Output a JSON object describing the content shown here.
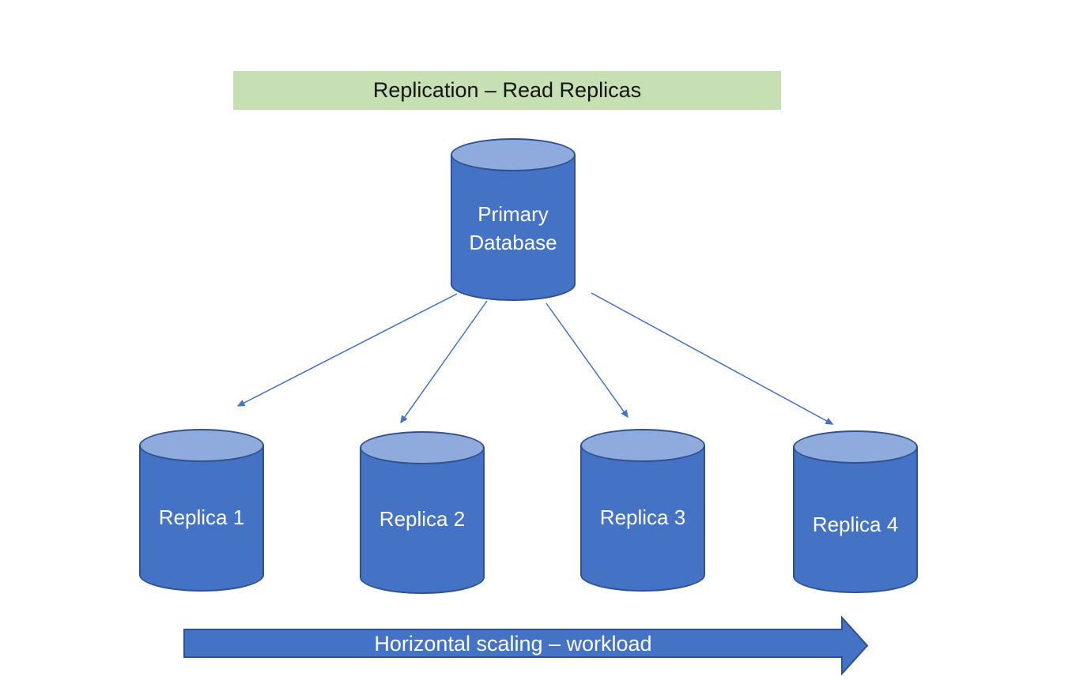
{
  "banner": {
    "label": "Replication – Read Replicas"
  },
  "primary_database": {
    "line1": "Primary",
    "line2": "Database"
  },
  "replicas": [
    {
      "label": "Replica 1"
    },
    {
      "label": "Replica 2"
    },
    {
      "label": "Replica 3"
    },
    {
      "label": "Replica 4"
    }
  ],
  "scaling_arrow": {
    "label": "Horizontal scaling – workload"
  },
  "colors": {
    "cylinder_body": "#4472c4",
    "cylinder_top": "#8faadc",
    "cylinder_outline": "#2f528f",
    "connector_line": "#4472c4",
    "scaling_arrow_fill": "#4472c4",
    "scaling_arrow_outline": "#2f528f",
    "banner_background": "#c6e0b4",
    "banner_text": "#151515",
    "cylinder_label_text": "#ffffff"
  }
}
